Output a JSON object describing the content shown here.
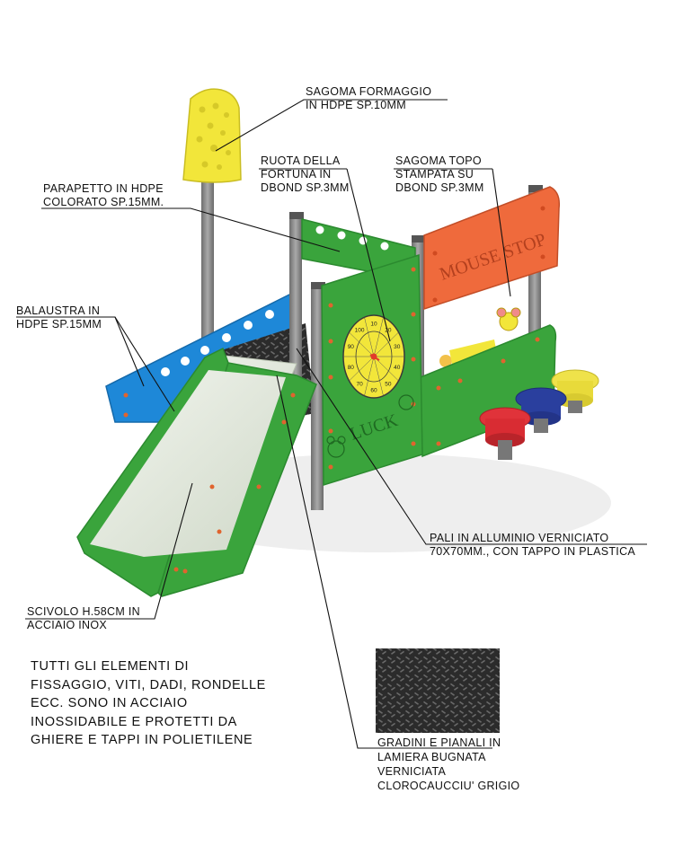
{
  "labels": {
    "sagoma_formaggio": [
      "SAGOMA FORMAGGIO",
      "IN HDPE SP.10MM"
    ],
    "ruota_fortuna": [
      "RUOTA DELLA",
      "FORTUNA IN",
      "DBOND SP.3MM"
    ],
    "sagoma_topo": [
      "SAGOMA TOPO",
      "STAMPATA SU",
      "DBOND SP.3MM"
    ],
    "parapetto": [
      "PARAPETTO IN HDPE",
      "COLORATO SP.15MM."
    ],
    "balaustra": [
      "BALAUSTRA IN",
      "HDPE SP.15MM"
    ],
    "pali": [
      "PALI IN ALLUMINIO VERNICIATO",
      "70X70MM., CON TAPPO IN PLASTICA"
    ],
    "scivolo": [
      "SCIVOLO H.58CM IN",
      "ACCIAIO INOX"
    ],
    "gradini": [
      "GRADINI E PIANALI IN",
      "LAMIERA BUGNATA",
      "VERNICIATA",
      "CLOROCAUCCIU' GRIGIO"
    ]
  },
  "note": [
    "TUTTI GLI ELEMENTI DI",
    "FISSAGGIO, VITI, DADI, RONDELLE",
    "ECC. SONO IN ACCIAIO",
    "INOSSIDABILE E PROTETTI DA",
    "GHIERE E TAPPI IN POLIETILENE"
  ],
  "signs": {
    "mouse_stop": "MOUSE STOP",
    "luck": "LUCK"
  },
  "wheel_numbers": [
    "10",
    "20",
    "30",
    "40",
    "50",
    "60",
    "70",
    "80",
    "90",
    "100"
  ],
  "colors": {
    "green": "#3aa43c",
    "green_dark": "#2b8a2f",
    "blue": "#1e88d8",
    "orange": "#ef6a3c",
    "yellow": "#f2e63a",
    "steel_post": "#8a8a8a",
    "deck": "#2a2a2a",
    "slide_steel": "#dfe6da",
    "red_stool": "#e0333a",
    "blue_stool": "#2a3f9e",
    "yellow_stool": "#efe24a"
  },
  "icons": [
    "cheese-icon",
    "mouse-icon",
    "wheel-of-fortune-icon",
    "stool-icon"
  ]
}
